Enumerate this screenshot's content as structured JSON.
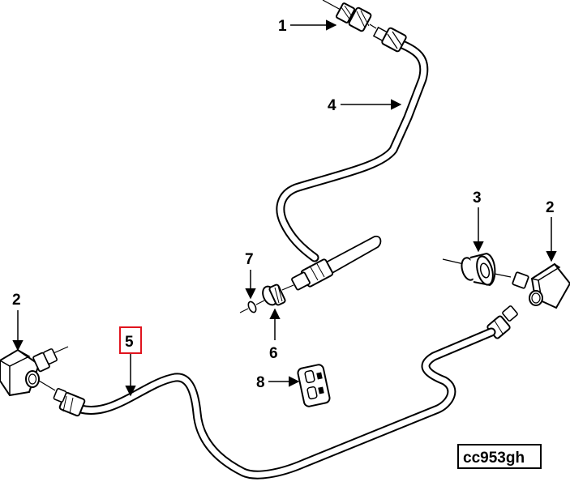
{
  "diagram": {
    "callouts": {
      "c1": "1",
      "c4": "4",
      "c3": "3",
      "c2_right": "2",
      "c7": "7",
      "c6": "6",
      "c8": "8",
      "c2_left": "2",
      "c5": "5"
    },
    "highlighted_callout": "5",
    "highlight_color": "#e0141e",
    "reference_code": "cc953gh"
  }
}
